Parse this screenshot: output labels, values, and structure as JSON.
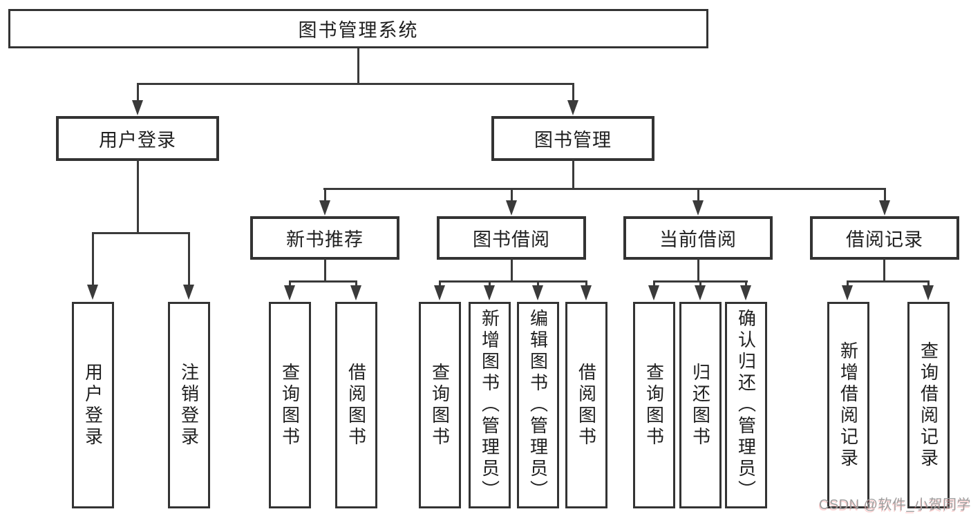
{
  "diagram": {
    "type": "hierarchy-tree",
    "title": "图书管理系统"
  },
  "root": {
    "label": "图书管理系统"
  },
  "level2": [
    {
      "label": "用户登录"
    },
    {
      "label": "图书管理"
    }
  ],
  "level3": [
    {
      "label": "新书推荐",
      "parent": "图书管理"
    },
    {
      "label": "图书借阅",
      "parent": "图书管理"
    },
    {
      "label": "当前借阅",
      "parent": "图书管理"
    },
    {
      "label": "借阅记录",
      "parent": "图书管理"
    }
  ],
  "leaves": [
    {
      "label": "用户登录",
      "parent": "用户登录"
    },
    {
      "label": "注销登录",
      "parent": "用户登录"
    },
    {
      "label": "查询图书",
      "parent": "新书推荐"
    },
    {
      "label": "借阅图书",
      "parent": "新书推荐"
    },
    {
      "label": "查询图书",
      "parent": "图书借阅"
    },
    {
      "label": "新增图书（管理员）",
      "parent": "图书借阅"
    },
    {
      "label": "编辑图书（管理员）",
      "parent": "图书借阅"
    },
    {
      "label": "借阅图书",
      "parent": "图书借阅"
    },
    {
      "label": "查询图书",
      "parent": "当前借阅"
    },
    {
      "label": "归还图书",
      "parent": "当前借阅"
    },
    {
      "label": "确认归还（管理员）",
      "parent": "当前借阅"
    },
    {
      "label": "新增借阅记录",
      "parent": "借阅记录"
    },
    {
      "label": "查询借阅记录",
      "parent": "借阅记录"
    }
  ],
  "watermark": "CSDN @软件_小贺同学",
  "colors": {
    "line": "#3a3a3a",
    "box_border": "#333333",
    "box_fill": "#ffffff",
    "text": "#1f1f1f",
    "watermark": "#9e9e9e"
  }
}
